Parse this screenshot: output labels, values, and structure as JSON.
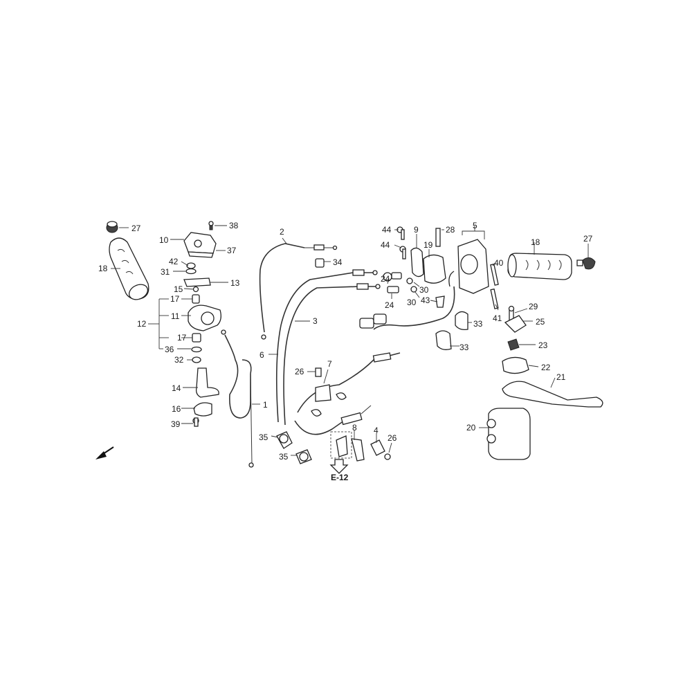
{
  "diagram": {
    "callouts": [
      "1",
      "2",
      "3",
      "4",
      "5",
      "6",
      "7",
      "8",
      "9",
      "10",
      "11",
      "12",
      "13",
      "14",
      "15",
      "16",
      "17",
      "18",
      "19",
      "20",
      "21",
      "22",
      "23",
      "24",
      "25",
      "26",
      "27",
      "28",
      "29",
      "30",
      "31",
      "32",
      "33",
      "34",
      "35",
      "36",
      "37",
      "38",
      "39",
      "40",
      "41",
      "42",
      "43",
      "44"
    ],
    "reference": "E-12",
    "direction_indicator": "front-arrow-icon"
  }
}
